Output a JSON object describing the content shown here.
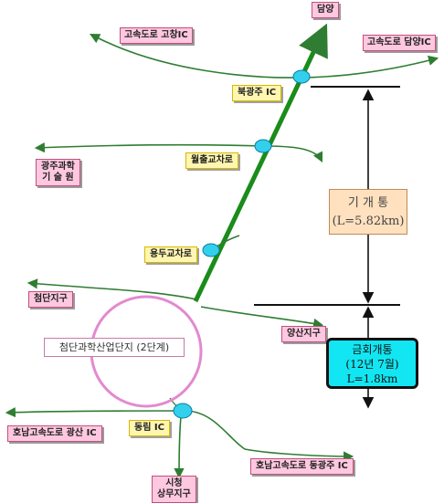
{
  "labels": {
    "damyang": "담양",
    "gochang_ic": "고속도로 고창IC",
    "damyang_ic": "고속도로 담양IC",
    "bukgwangju_ic": "북광주 IC",
    "wolchul": "월출교차로",
    "gwangju_institute_line1": "광주과학",
    "gwangju_institute_line2": "기 술 원",
    "ondu": "용두교차로",
    "cheomdan_district": "첨단지구",
    "yangsan_district": "양산지구",
    "dongrim_ic": "동림 IC",
    "honam_gwangsan_ic": "호남고속도로 광산 IC",
    "honam_donggwangju_ic": "호남고속도로 동광주 IC",
    "city_hall_line1": "시청",
    "city_hall_line2": "상무지구",
    "science_complex": "첨단과학산업단지 (2단계)"
  },
  "sections": {
    "future": {
      "title": "기 개 통",
      "length": "(L=5.82km)"
    },
    "current": {
      "title": "금회개통",
      "date": "(12년 7월)",
      "length": "L=1.8km"
    }
  },
  "colors": {
    "main_road": "#1a8c1a",
    "branch_roads": "#2e7d32",
    "interchange": "#33d0ee",
    "complex_circle": "#e28ad0",
    "current_box": "#12e6f2"
  }
}
